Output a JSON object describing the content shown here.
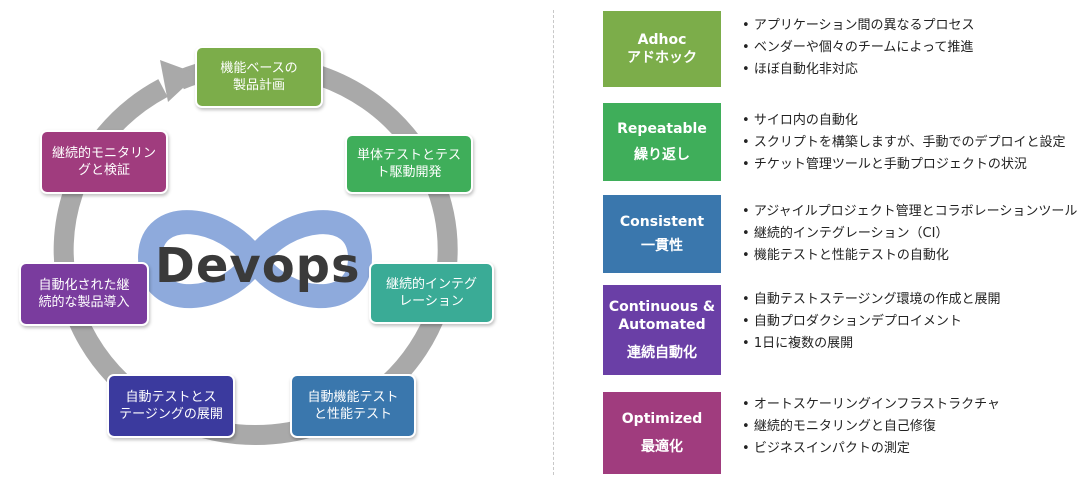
{
  "diagram": {
    "center_label": "Devops",
    "stages": [
      {
        "label": "機能ベースの\n製品計画",
        "color": "#7cad4a"
      },
      {
        "label": "単体テストとテス\nト駆動開発",
        "color": "#3fae5a"
      },
      {
        "label": "継続的インテグ\nレーション",
        "color": "#3aab96"
      },
      {
        "label": "自動機能テスト\nと性能テスト",
        "color": "#3a77ad"
      },
      {
        "label": "自動テストとス\nテージングの展開",
        "color": "#3b3a9e"
      },
      {
        "label": "自動化された継\n続的な製品導入",
        "color": "#7a3c9e"
      },
      {
        "label": "継続的モニタリン\nグと検証",
        "color": "#a03c7e"
      }
    ]
  },
  "maturity": [
    {
      "en": "Adhoc",
      "ja": "アドホック",
      "color": "#7cad4a",
      "bullets": [
        "アプリケーション間の異なるプロセス",
        "ベンダーや個々のチームによって推進",
        "ほぼ自動化非対応"
      ]
    },
    {
      "en": "Repeatable",
      "ja": "繰り返し",
      "color": "#3fae5a",
      "bullets": [
        "サイロ内の自動化",
        "スクリプトを構築しますが、手動でのデプロイと設定",
        "チケット管理ツールと手動プロジェクトの状況"
      ]
    },
    {
      "en": "Consistent",
      "ja": "一貫性",
      "color": "#3a77ad",
      "bullets": [
        "アジャイルプロジェクト管理とコラボレーションツール",
        "継続的インテグレーション（CI）",
        "機能テストと性能テストの自動化"
      ]
    },
    {
      "en": "Continuous &\nAutomated",
      "ja": "連続自動化",
      "color": "#6a3fa6",
      "bullets": [
        "自動テストステージング環境の作成と展開",
        "自動プロダクションデプロイメント",
        "1日に複数の展開"
      ]
    },
    {
      "en": "Optimized",
      "ja": "最適化",
      "color": "#a03c7e",
      "bullets": [
        "オートスケーリングインフラストラクチャ",
        "継続的モニタリングと自己修復",
        "ビジネスインパクトの測定"
      ]
    }
  ]
}
